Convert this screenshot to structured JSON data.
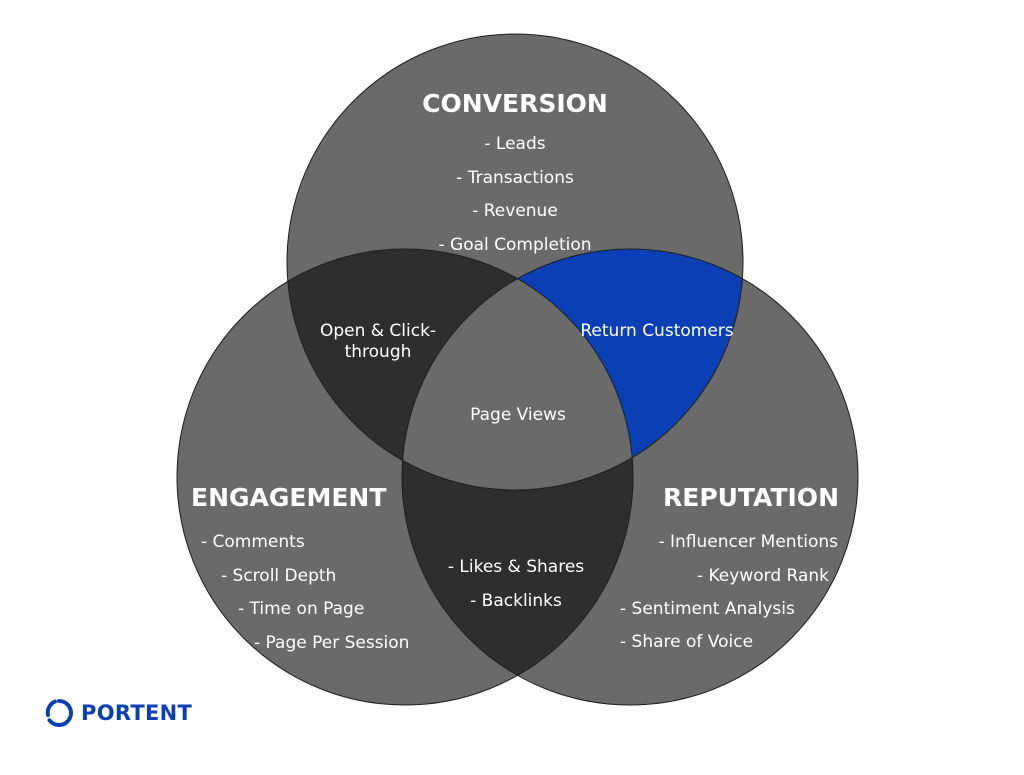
{
  "colors": {
    "circle": "#6a6a6a",
    "overlap": "#2e2e2e",
    "center": "#6a6a6a",
    "highlight": "#0a3fb5",
    "text": "#ffffff",
    "brand": "#0a3fb5"
  },
  "conversion": {
    "title": "CONVERSION",
    "items": [
      "- Leads",
      "- Transactions",
      "- Revenue",
      "- Goal Completion"
    ]
  },
  "engagement": {
    "title": "ENGAGEMENT",
    "items": [
      "- Comments",
      "- Scroll Depth",
      "- Time on Page",
      "- Page Per Session"
    ]
  },
  "reputation": {
    "title": "REPUTATION",
    "items": [
      "- Influencer Mentions",
      "- Keyword Rank",
      "- Sentiment Analysis",
      "- Share of Voice"
    ]
  },
  "overlaps": {
    "conversion_engagement": "Open & Click-through",
    "conversion_reputation": "Return Customers",
    "engagement_reputation": [
      "- Likes & Shares",
      "- Backlinks"
    ],
    "center": "Page Views"
  },
  "logo": {
    "text": "PORTENT",
    "icon": "ring-logo-icon"
  }
}
